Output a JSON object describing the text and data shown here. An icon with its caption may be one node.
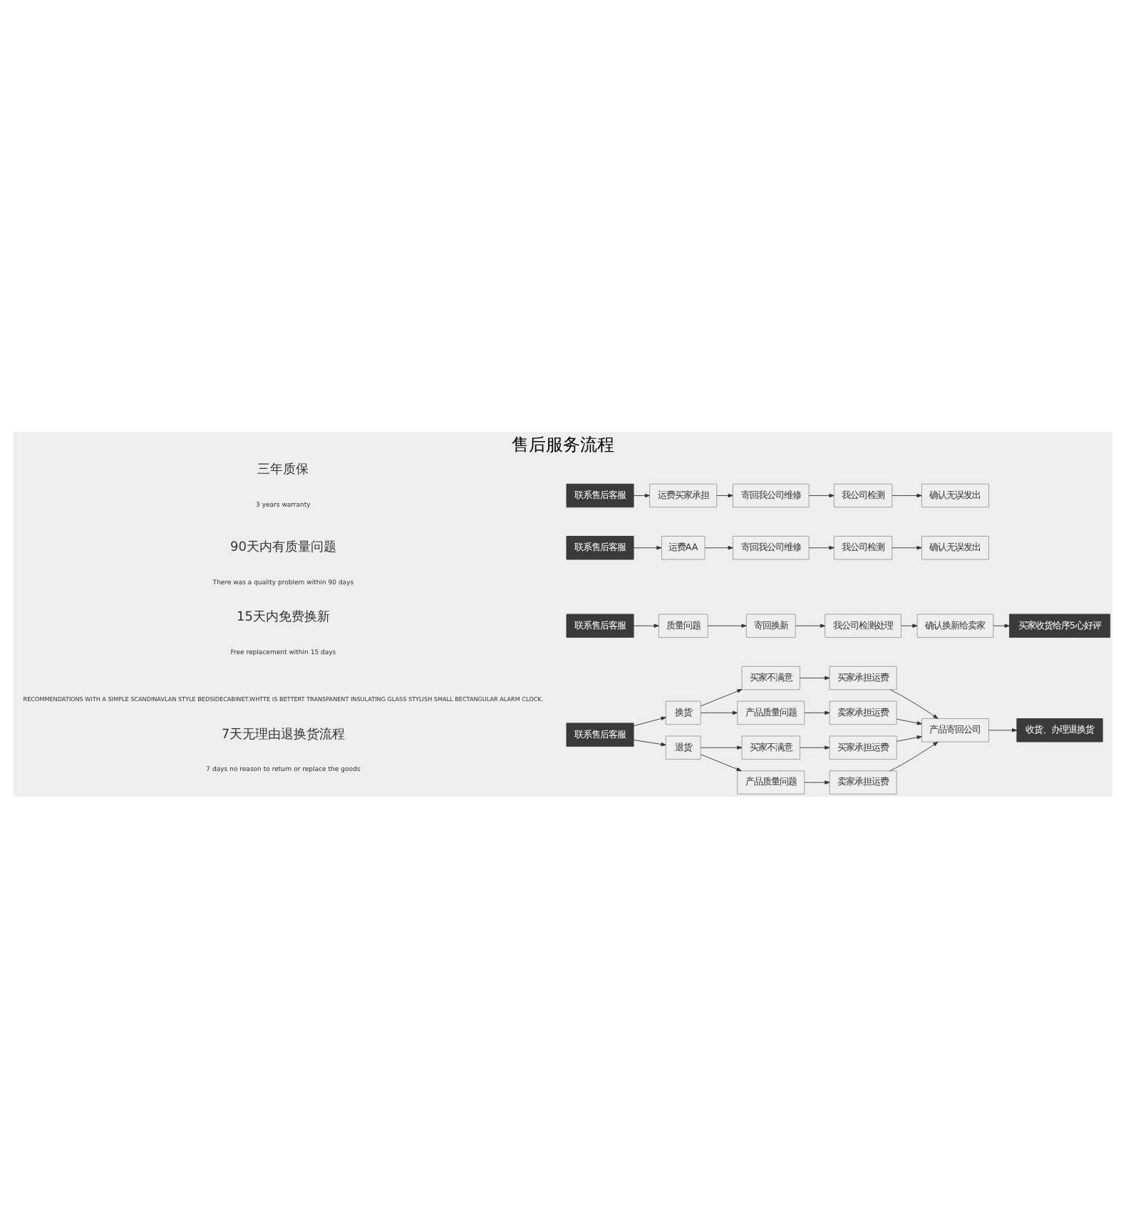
{
  "diagram": {
    "title": "售后服务流程",
    "nodes": [
      {
        "text": [
          "联系售后客服"
        ]
      },
      {
        "text": [
          "换货"
        ]
      },
      {
        "text": [
          "退货"
        ]
      },
      {
        "text": [
          "买家不满意"
        ]
      },
      {
        "text": [
          "产品质量问题"
        ]
      },
      {
        "text": [
          "买家承担运费"
        ]
      },
      {
        "text": [
          "卖家承担运费"
        ]
      },
      {
        "text": [
          "买家不满意"
        ]
      },
      {
        "text": [
          "产品质量问题"
        ]
      },
      {
        "text": [
          "买家承担运费"
        ]
      },
      {
        "text": [
          "卖家承担运费"
        ]
      },
      {
        "text": [
          "产品寄回公司"
        ]
      },
      {
        "text": [
          "收货、办理退换货"
        ]
      },
      {
        "text": [
          "联系售后客服"
        ]
      },
      {
        "text": [
          "质量问题"
        ]
      },
      {
        "text": [
          "寄回换新"
        ]
      },
      {
        "text": [
          "我公司检测处理"
        ]
      },
      {
        "text": [
          "确认换新给卖家"
        ]
      },
      {
        "text": [
          "买家收货给序5心好评"
        ]
      },
      {
        "text": [
          "联系售后客服"
        ]
      },
      {
        "text": [
          "运费AA"
        ]
      },
      {
        "text": [
          "寄回我公司维修"
        ]
      },
      {
        "text": [
          "我公司检测"
        ]
      },
      {
        "text": [
          "确认无误发出"
        ]
      },
      {
        "text": [
          "联系售后客服"
        ]
      },
      {
        "text": [
          "运费买家承担"
        ]
      },
      {
        "text": [
          "寄回我公司维修"
        ]
      },
      {
        "text": [
          "我公司检测"
        ]
      },
      {
        "text": [
          "确认无误发出"
        ]
      }
    ],
    "edges": [
      {
        "from": 0,
        "to": 1,
        "arrow": "to"
      },
      {
        "from": 0,
        "to": 2,
        "arrow": "to"
      },
      {
        "from": 1,
        "to": 3,
        "arrow": "to"
      },
      {
        "from": 1,
        "to": 4,
        "arrow": "to"
      },
      {
        "from": 3,
        "to": 5,
        "arrow": "to"
      },
      {
        "from": 4,
        "to": 6,
        "arrow": "to"
      },
      {
        "from": 5,
        "to": 11,
        "arrow": "to"
      },
      {
        "from": 6,
        "to": 11,
        "arrow": "to"
      },
      {
        "from": 2,
        "to": 7,
        "arrow": "to"
      },
      {
        "from": 2,
        "to": 8,
        "arrow": "to"
      },
      {
        "from": 7,
        "to": 9,
        "arrow": "to"
      },
      {
        "from": 8,
        "to": 10,
        "arrow": "to"
      },
      {
        "from": 9,
        "to": 11,
        "arrow": "to"
      },
      {
        "from": 10,
        "to": 11,
        "arrow": "to"
      },
      {
        "from": 11,
        "to": 12,
        "arrow": "to"
      },
      {
        "from": 13,
        "to": 14,
        "arrow": "to"
      },
      {
        "from": 14,
        "to": 15,
        "arrow": "to"
      },
      {
        "from": 15,
        "to": 16,
        "arrow": "to"
      },
      {
        "from": 16,
        "to": 17,
        "arrow": "to"
      },
      {
        "from": 17,
        "to": 18,
        "arrow": "to"
      },
      {
        "from": 19,
        "to": 20,
        "arrow": "to"
      },
      {
        "from": 20,
        "to": 21,
        "arrow": "to"
      },
      {
        "from": 21,
        "to": 22,
        "arrow": "to"
      },
      {
        "from": 22,
        "to": 23,
        "arrow": "to"
      },
      {
        "from": 24,
        "to": 25,
        "arrow": "to"
      },
      {
        "from": 25,
        "to": 26,
        "arrow": "to"
      },
      {
        "from": 26,
        "to": 27,
        "arrow": "to"
      },
      {
        "from": 27,
        "to": 28,
        "arrow": "to"
      }
    ],
    "labels": [
      "RECOMMENDATIONS WITH A SIMPLE SCANDINAVLAN STYLE BEDSIDECABINET.WHTTE IS BETTERT TRANSPANENT INSULATING GLASS STYLISH SMALL BECTANGULAR ALARM CLOCK.",
      "7天无理由退换货流程",
      "7 days no reason to return or replace the goods",
      "15天内免费换新",
      "Free replacement within 15 days",
      "90天内有质量问题",
      "There was a quality problem within 90 days",
      "三年质保",
      "3 years warranty"
    ]
  }
}
